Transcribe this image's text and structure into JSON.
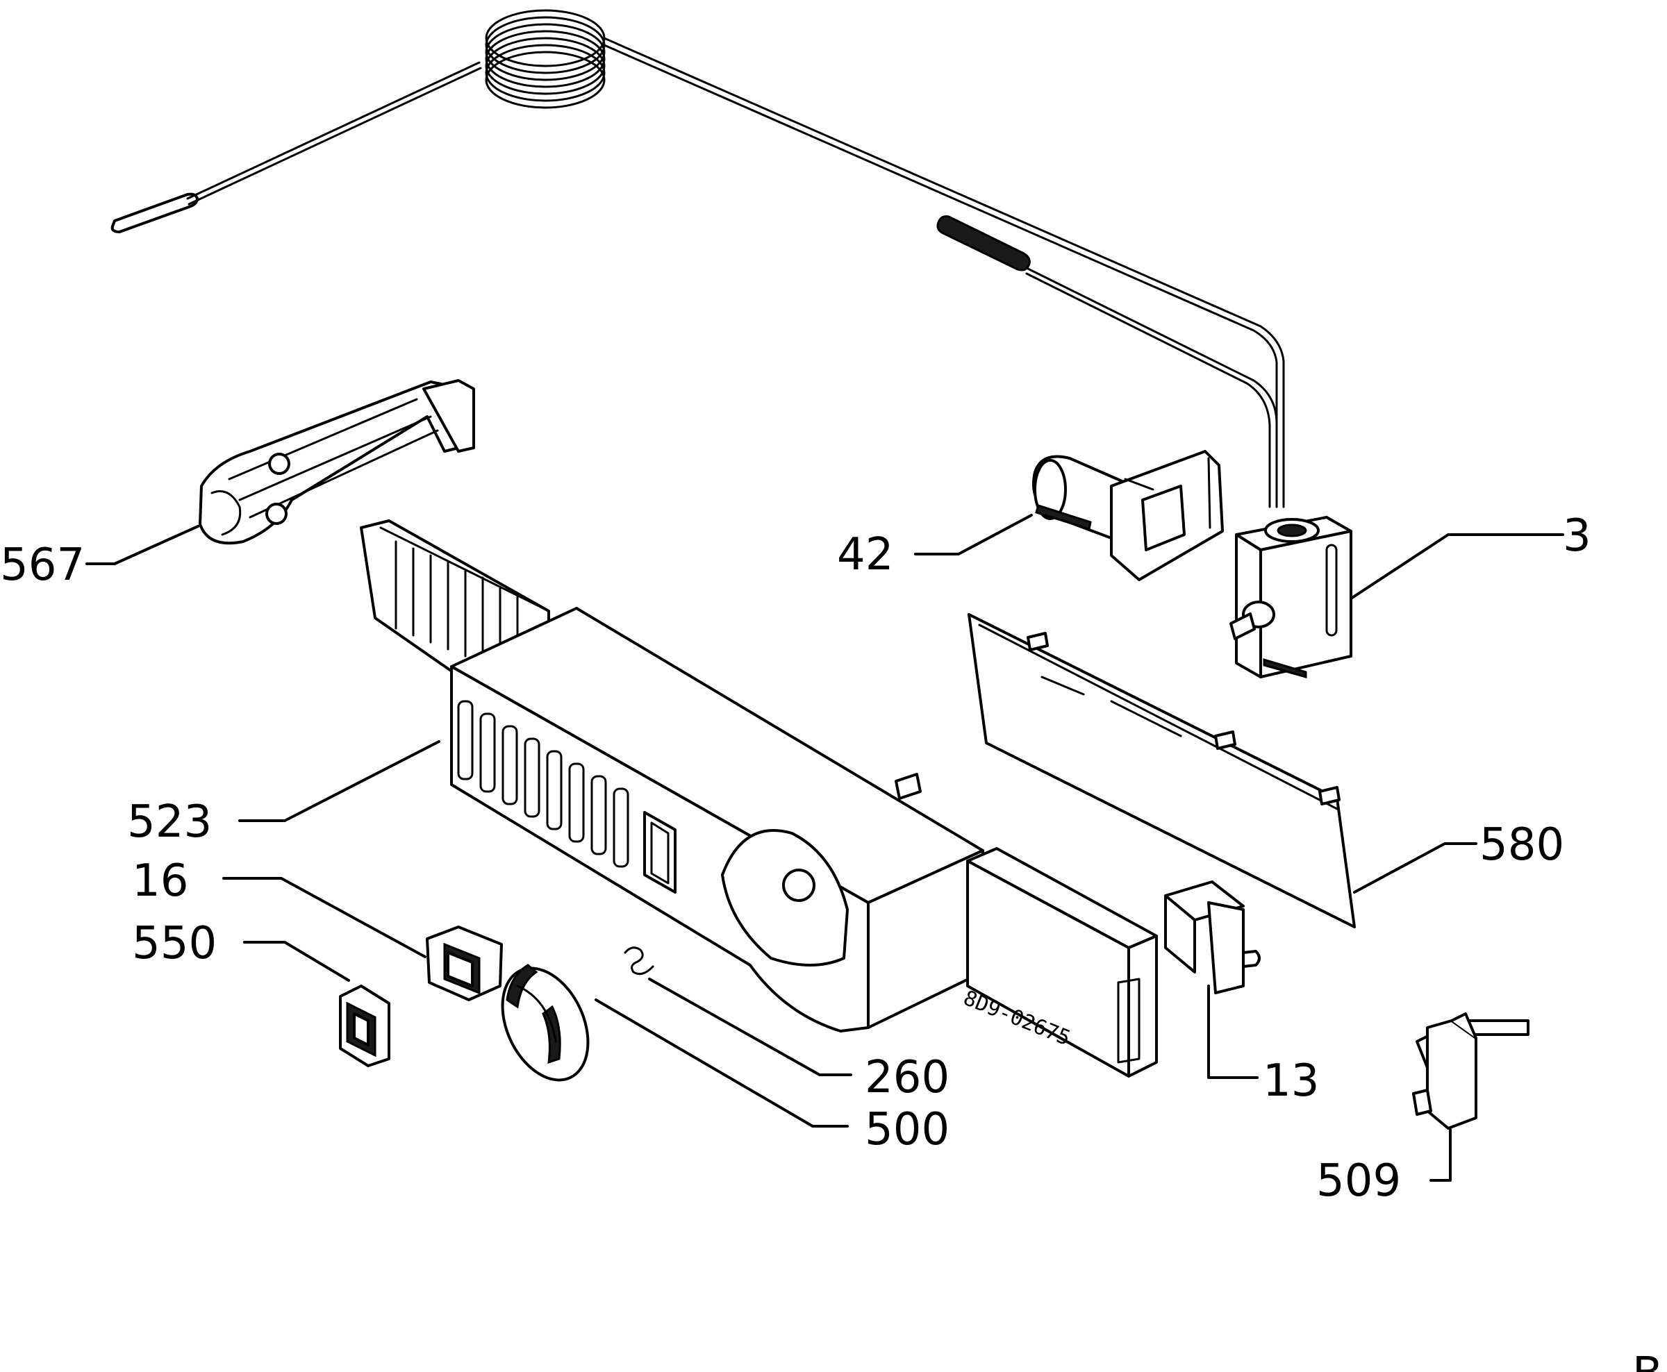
{
  "callouts": {
    "c567": "567",
    "c42": "42",
    "c3": "3",
    "c523": "523",
    "c580": "580",
    "c16": "16",
    "c550": "550",
    "c260": "260",
    "c500": "500",
    "c13": "13",
    "c509": "509"
  },
  "stamp": "8D9-02675",
  "corner_mark": "B"
}
